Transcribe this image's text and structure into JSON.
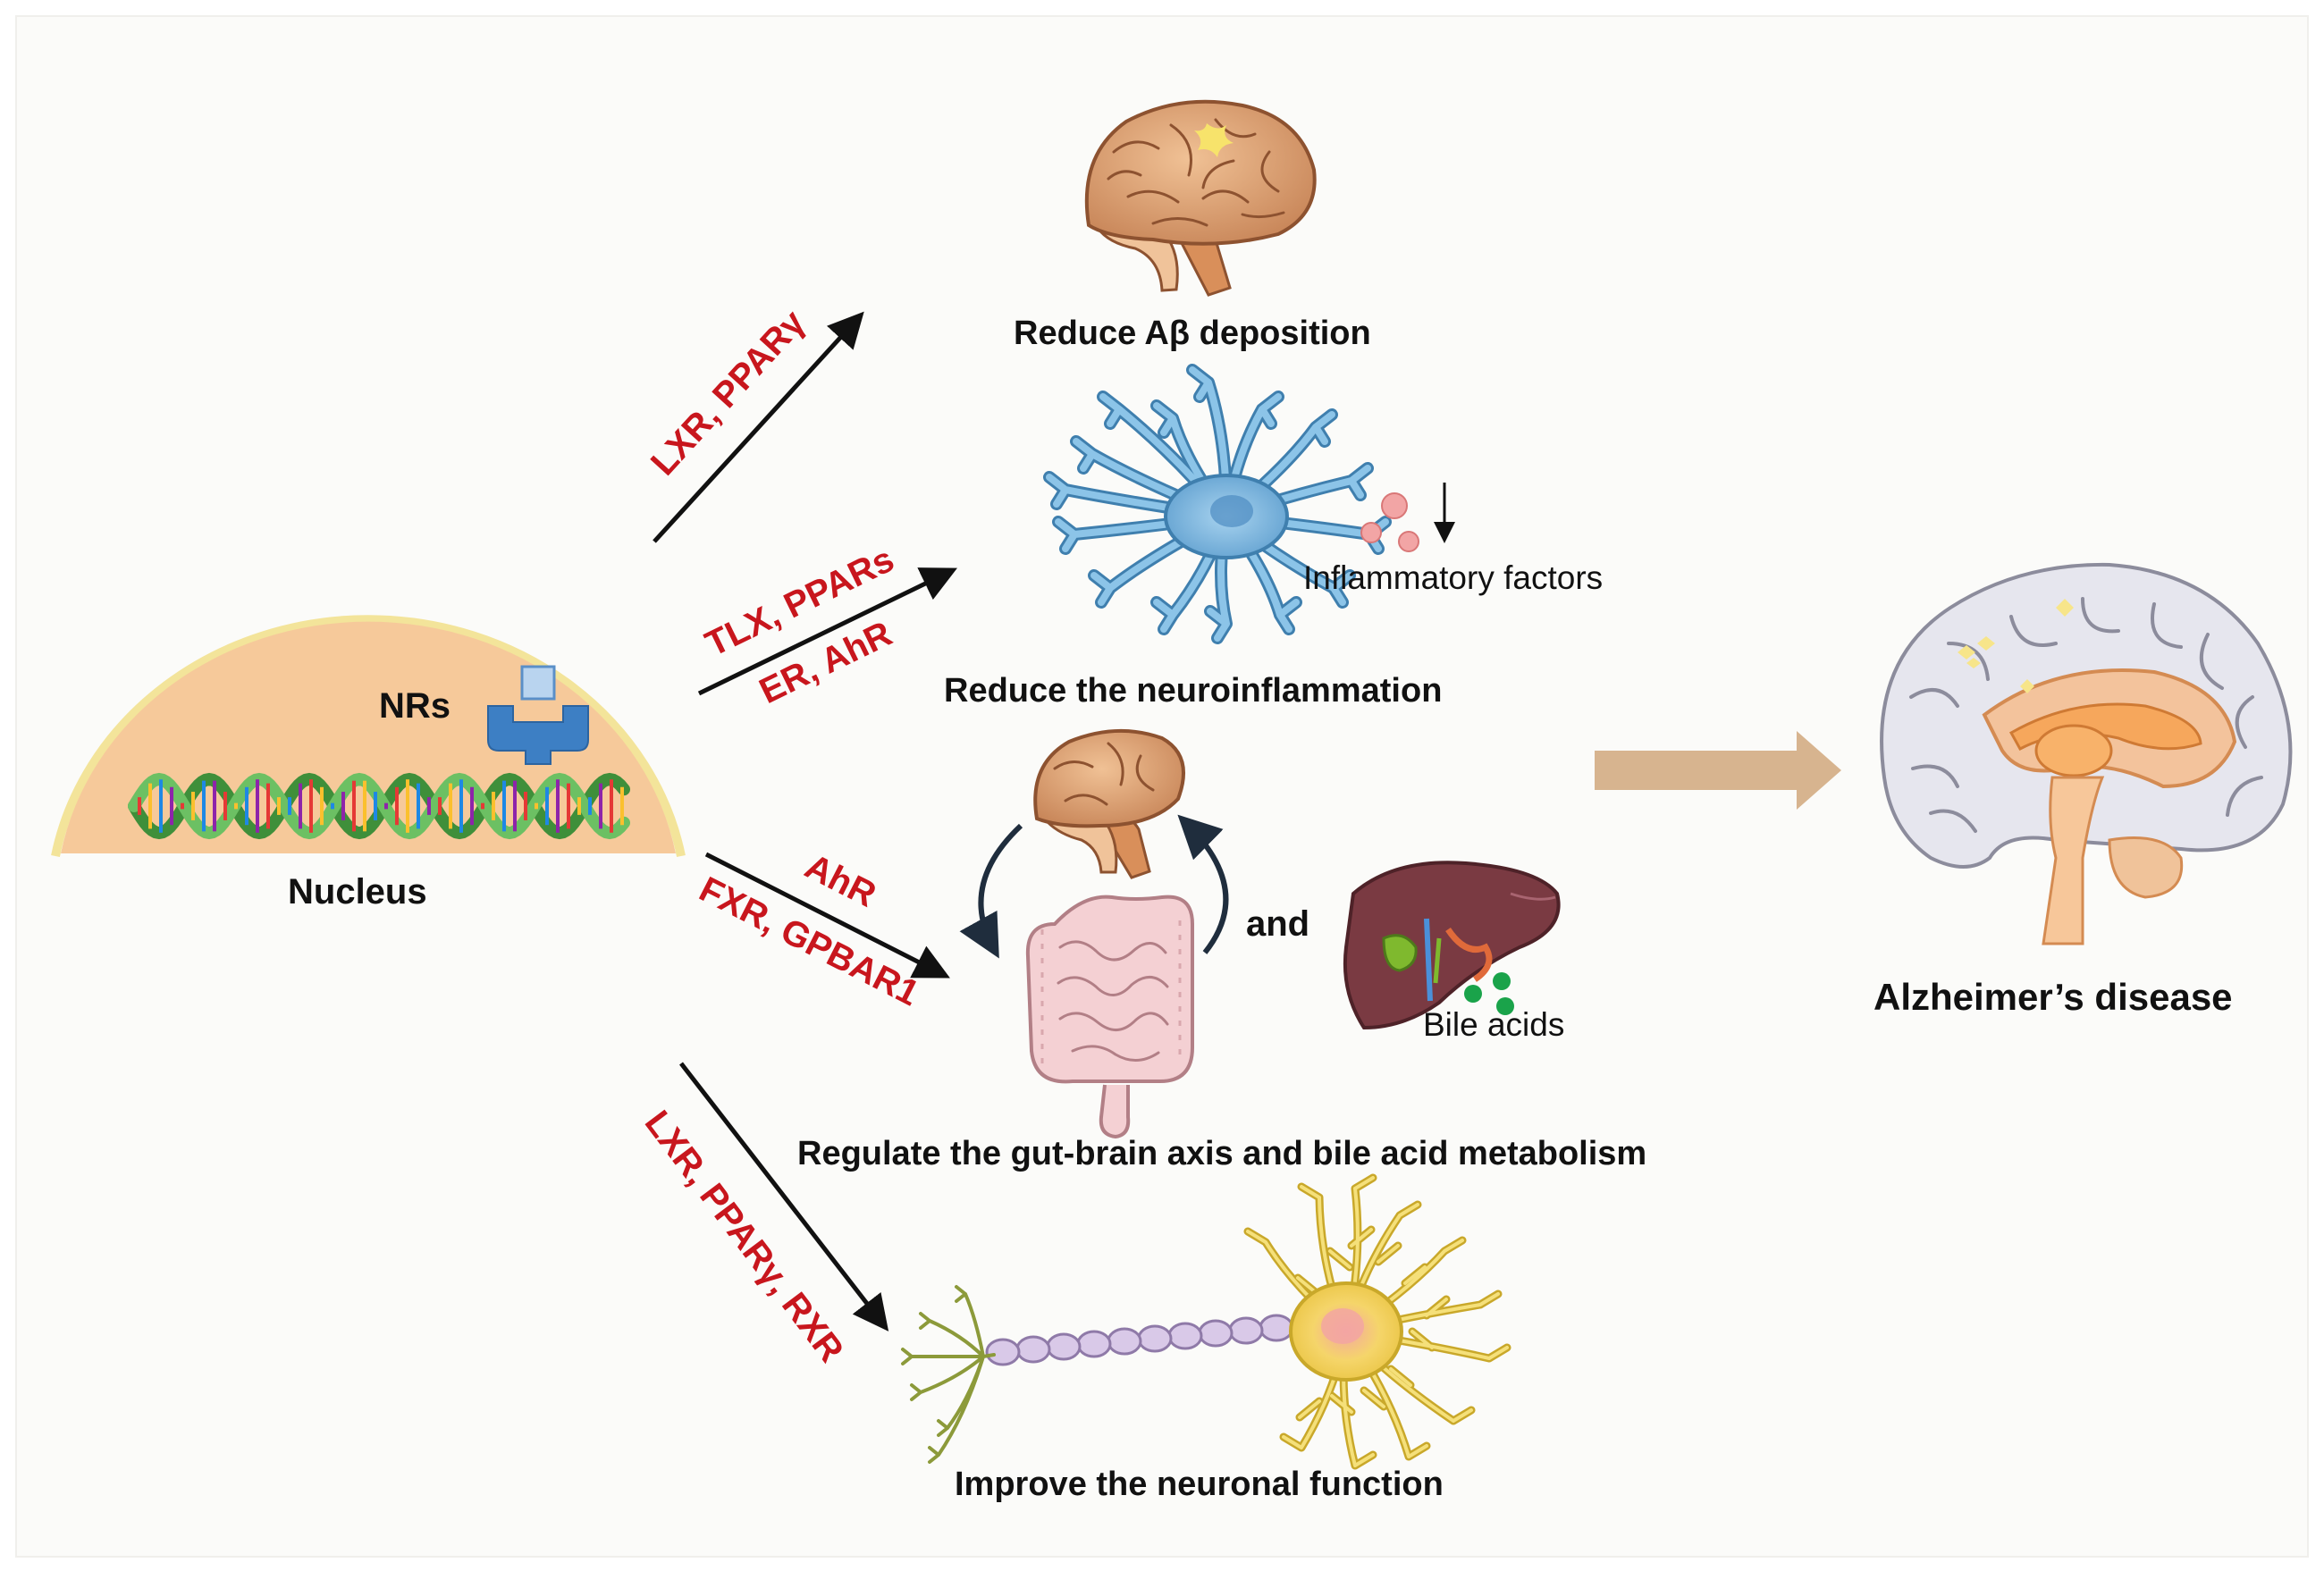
{
  "nucleus": {
    "label": "Nucleus",
    "receptor_label": "NRs"
  },
  "pathways": [
    {
      "receptors": "LXR, PPARγ",
      "outcome": "Reduce Aβ deposition"
    },
    {
      "receptors_line1": "TLX, PPARs",
      "receptors_line2": "ER, AhR",
      "outcome": "Reduce the neuroinflammation",
      "annotation": "Inflammatory factors"
    },
    {
      "receptors_line1": "AhR",
      "receptors_line2": "FXR, GPBAR1",
      "outcome": "Regulate the gut-brain axis and bile acid metabolism",
      "connector": "and",
      "annotation": "Bile acids"
    },
    {
      "receptors": "LXR, PPARγ, RXR",
      "outcome": "Improve the neuronal function"
    }
  ],
  "result": {
    "label": "Alzheimer’s disease"
  },
  "colors": {
    "receptor_text": "#c8161d",
    "nucleus_fill": "#f6c99a",
    "nucleus_border": "#f3e49a",
    "big_arrow": "#d7b48f",
    "microglia": "#7fb8df",
    "neuron": "#f2dc5a",
    "liver": "#7a3a42",
    "brain": "#d79a6a"
  },
  "icons": [
    "panel-background",
    "nucleus-icon",
    "dna-helix-icon",
    "nuclear-receptor-icon",
    "brain-icon",
    "microglia-icon",
    "inflammatory-particle-icon",
    "down-arrow-icon",
    "gut-brain-icon",
    "intestine-icon",
    "cycle-arrow-icon",
    "liver-icon",
    "bile-acid-dot-icon",
    "neuron-icon",
    "big-arrow-icon",
    "brain-sagittal-icon"
  ]
}
